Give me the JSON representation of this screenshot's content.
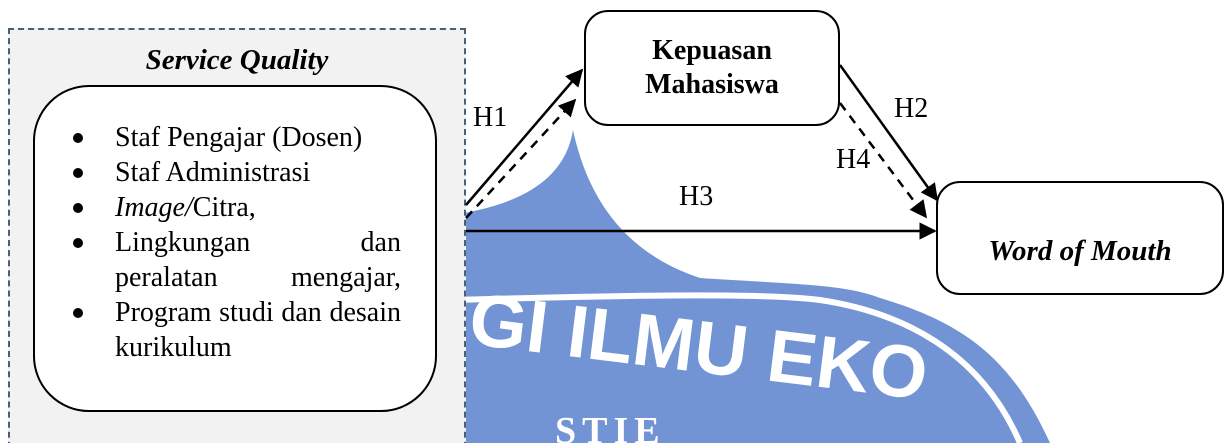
{
  "service_quality": {
    "title": "Service Quality",
    "items": [
      "Staf Pengajar (Dosen)",
      "Staf Administrasi",
      "Citra,",
      "Lingkungan dan peralatan mengajar,",
      "Program studi dan desain kurikulum"
    ],
    "item_prefix_italic": "Image/"
  },
  "nodes": {
    "satisfaction": "Kepuasan\nMahasiswa",
    "word_of_mouth": "Word of Mouth"
  },
  "hypotheses": {
    "h1": "H1",
    "h2": "H2",
    "h3": "H3",
    "h4": "H4"
  },
  "watermark": {
    "lettering": "GI ILMU EKO",
    "lettering_bottom": "STIE",
    "color": "#7294d4"
  },
  "colors": {
    "container_border": "#4a6078",
    "container_fill": "#f2f2f2",
    "line": "#000000"
  }
}
